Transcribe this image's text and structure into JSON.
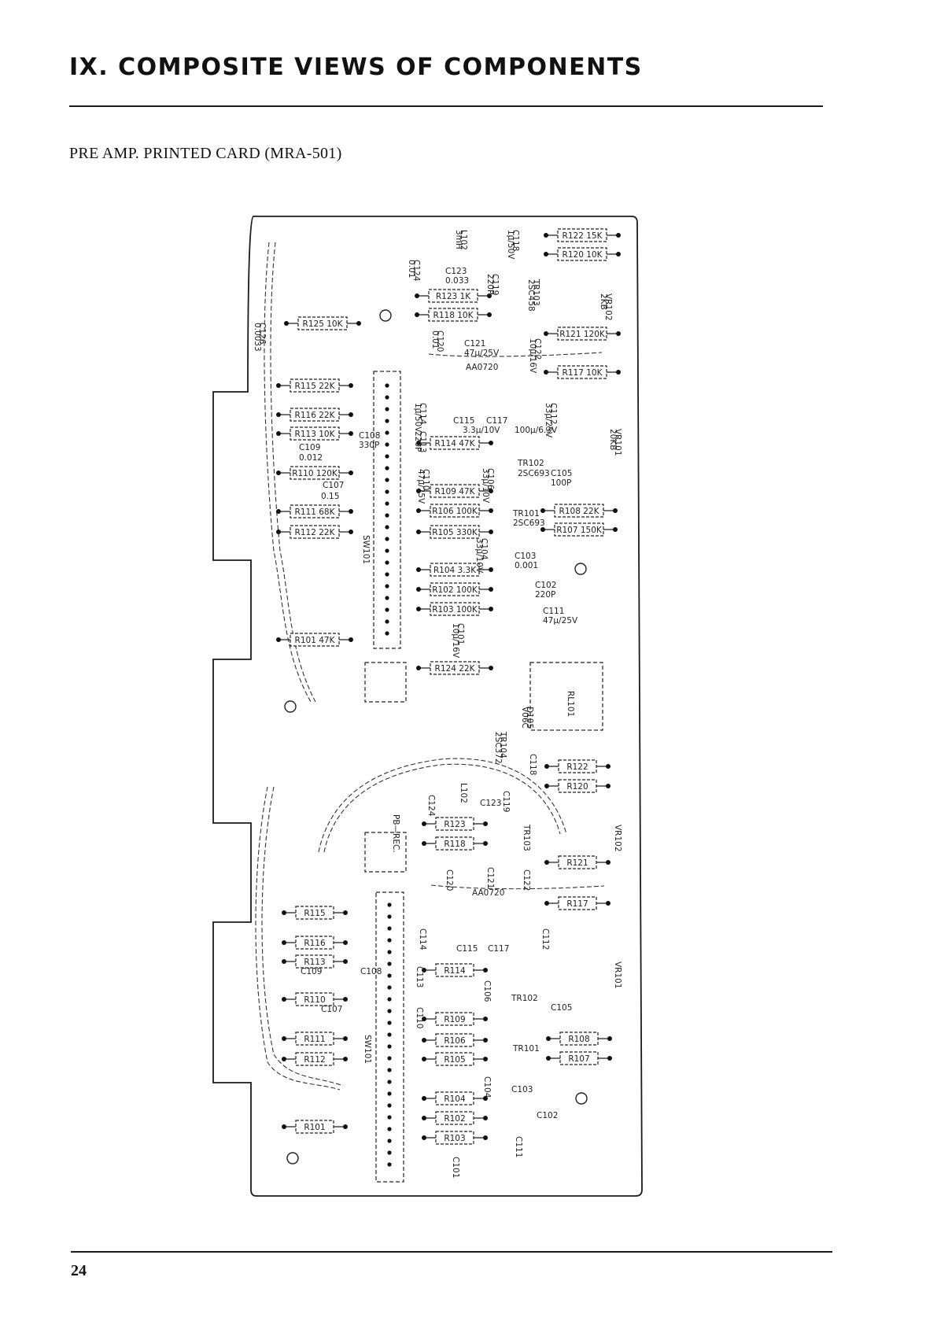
{
  "page": {
    "section_title": "IX. COMPOSITE VIEWS OF COMPONENTS",
    "subtitle": "PRE AMP. PRINTED CARD (MRA-501)",
    "page_number": "24"
  },
  "board": {
    "top_resistors": [
      {
        "label": "R122 15K"
      },
      {
        "label": "R120 10K"
      },
      {
        "label": "R123 1K"
      },
      {
        "label": "R118 10K"
      },
      {
        "label": "R121 120K"
      },
      {
        "label": "R117 10K"
      },
      {
        "label": "R125 10K"
      },
      {
        "label": "R115 22K"
      },
      {
        "label": "R116 22K"
      },
      {
        "label": "R113 10K"
      },
      {
        "label": "R114 47K"
      },
      {
        "label": "R110 120K"
      },
      {
        "label": "R109 47K"
      },
      {
        "label": "R111 68K"
      },
      {
        "label": "R106 100K"
      },
      {
        "label": "R108 22K"
      },
      {
        "label": "R112 22K"
      },
      {
        "label": "R105 330K"
      },
      {
        "label": "R107 150K"
      },
      {
        "label": "R104 3.3K"
      },
      {
        "label": "R102 100K"
      },
      {
        "label": "R103 100K"
      },
      {
        "label": "R101 47K"
      },
      {
        "label": "R124 22K"
      }
    ],
    "top_labels": [
      {
        "text": "L102"
      },
      {
        "text": "3mH"
      },
      {
        "text": "C118"
      },
      {
        "text": "1μ/50V"
      },
      {
        "text": "C124"
      },
      {
        "text": "0.01"
      },
      {
        "text": "C123"
      },
      {
        "text": "0.033"
      },
      {
        "text": "C119"
      },
      {
        "text": "220P"
      },
      {
        "text": "TR103"
      },
      {
        "text": "2SC458"
      },
      {
        "text": "VR102"
      },
      {
        "text": "2KB"
      },
      {
        "text": "C126"
      },
      {
        "text": "0.0033"
      },
      {
        "text": "C120"
      },
      {
        "text": "0.01"
      },
      {
        "text": "C121"
      },
      {
        "text": "47μ/25V"
      },
      {
        "text": "C122"
      },
      {
        "text": "10μ/16V"
      },
      {
        "text": "AA0720"
      },
      {
        "text": "C114"
      },
      {
        "text": "1μ/50V"
      },
      {
        "text": "C115"
      },
      {
        "text": "3.3μ/10V"
      },
      {
        "text": "C117"
      },
      {
        "text": "100μ/6.3V"
      },
      {
        "text": "C112"
      },
      {
        "text": "33μ/25V"
      },
      {
        "text": "VR101"
      },
      {
        "text": "20KB"
      },
      {
        "text": "C108"
      },
      {
        "text": "330P"
      },
      {
        "text": "C113"
      },
      {
        "text": "220P"
      },
      {
        "text": "C109"
      },
      {
        "text": "0.012"
      },
      {
        "text": "C110"
      },
      {
        "text": "47μ/25V"
      },
      {
        "text": "C106"
      },
      {
        "text": "33μ/10V"
      },
      {
        "text": "TR102"
      },
      {
        "text": "2SC693"
      },
      {
        "text": "C105"
      },
      {
        "text": "100P"
      },
      {
        "text": "C107"
      },
      {
        "text": "0.15"
      },
      {
        "text": "TR101"
      },
      {
        "text": "2SC693"
      },
      {
        "text": "SW101"
      },
      {
        "text": "C104"
      },
      {
        "text": "33μ/10V"
      },
      {
        "text": "C103"
      },
      {
        "text": "0.001"
      },
      {
        "text": "C102"
      },
      {
        "text": "220P"
      },
      {
        "text": "C111"
      },
      {
        "text": "47μ/25V"
      },
      {
        "text": "C101"
      },
      {
        "text": "10μ/16V"
      },
      {
        "text": "RL101"
      },
      {
        "text": "D105"
      },
      {
        "text": "V06C"
      },
      {
        "text": "TR104"
      },
      {
        "text": "2SC372"
      }
    ],
    "bottom_resistors": [
      {
        "label": "R122"
      },
      {
        "label": "R120"
      },
      {
        "label": "R123"
      },
      {
        "label": "R118"
      },
      {
        "label": "R121"
      },
      {
        "label": "R117"
      },
      {
        "label": "R115"
      },
      {
        "label": "R116"
      },
      {
        "label": "R113"
      },
      {
        "label": "R114"
      },
      {
        "label": "R110"
      },
      {
        "label": "R109"
      },
      {
        "label": "R111"
      },
      {
        "label": "R106"
      },
      {
        "label": "R108"
      },
      {
        "label": "R112"
      },
      {
        "label": "R105"
      },
      {
        "label": "R107"
      },
      {
        "label": "R104"
      },
      {
        "label": "R102"
      },
      {
        "label": "R103"
      },
      {
        "label": "R101"
      }
    ],
    "bottom_labels": [
      {
        "text": "C118"
      },
      {
        "text": "PB—REC."
      },
      {
        "text": "C124"
      },
      {
        "text": "L102"
      },
      {
        "text": "C119"
      },
      {
        "text": "C123"
      },
      {
        "text": "TR103"
      },
      {
        "text": "VR102"
      },
      {
        "text": "C120"
      },
      {
        "text": "C121"
      },
      {
        "text": "C122"
      },
      {
        "text": "AA0720"
      },
      {
        "text": "C114"
      },
      {
        "text": "C115"
      },
      {
        "text": "C117"
      },
      {
        "text": "C112"
      },
      {
        "text": "VR101"
      },
      {
        "text": "C109"
      },
      {
        "text": "C108"
      },
      {
        "text": "C113"
      },
      {
        "text": "C106"
      },
      {
        "text": "C110"
      },
      {
        "text": "C107"
      },
      {
        "text": "TR102"
      },
      {
        "text": "C105"
      },
      {
        "text": "SW101"
      },
      {
        "text": "TR101"
      },
      {
        "text": "C104"
      },
      {
        "text": "C103"
      },
      {
        "text": "C102"
      },
      {
        "text": "C111"
      },
      {
        "text": "C101"
      }
    ]
  }
}
